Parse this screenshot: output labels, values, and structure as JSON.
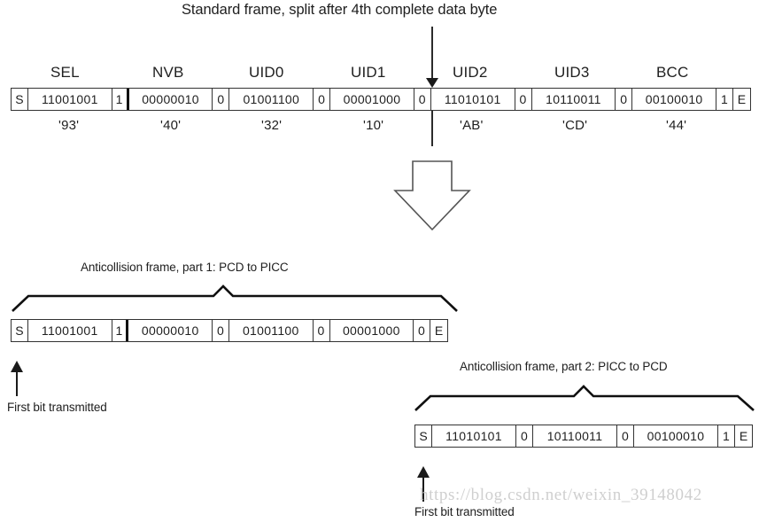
{
  "title": "Standard frame, split after 4th complete data byte",
  "standard_frame": {
    "field_labels": [
      "SEL",
      "NVB",
      "UID0",
      "UID1",
      "UID2",
      "UID3",
      "BCC"
    ],
    "hex_labels": [
      "'93'",
      "'40'",
      "'32'",
      "'10'",
      "'AB'",
      "'CD'",
      "'44'"
    ],
    "start_marker": "S",
    "end_marker": "E",
    "cells": [
      {
        "kind": "start",
        "text": "S"
      },
      {
        "kind": "byte",
        "text": "11001001"
      },
      {
        "kind": "parity",
        "text": "1"
      },
      {
        "kind": "byte",
        "text": "00000010"
      },
      {
        "kind": "parity",
        "text": "0"
      },
      {
        "kind": "byte",
        "text": "01001100"
      },
      {
        "kind": "parity",
        "text": "0"
      },
      {
        "kind": "byte",
        "text": "00001000"
      },
      {
        "kind": "parity",
        "text": "0"
      },
      {
        "kind": "byte",
        "text": "11010101"
      },
      {
        "kind": "parity",
        "text": "0"
      },
      {
        "kind": "byte",
        "text": "10110011"
      },
      {
        "kind": "parity",
        "text": "0"
      },
      {
        "kind": "byte",
        "text": "00100010"
      },
      {
        "kind": "parity",
        "text": "1"
      },
      {
        "kind": "end",
        "text": "E"
      }
    ]
  },
  "part1": {
    "label": "Anticollision frame, part 1: PCD to PICC",
    "cells": [
      {
        "kind": "start",
        "text": "S"
      },
      {
        "kind": "byte",
        "text": "11001001"
      },
      {
        "kind": "parity",
        "text": "1"
      },
      {
        "kind": "byte",
        "text": "00000010"
      },
      {
        "kind": "parity",
        "text": "0"
      },
      {
        "kind": "byte",
        "text": "01001100"
      },
      {
        "kind": "parity",
        "text": "0"
      },
      {
        "kind": "byte",
        "text": "00001000"
      },
      {
        "kind": "parity",
        "text": "0"
      },
      {
        "kind": "end",
        "text": "E"
      }
    ],
    "first_bit_label": "First bit transmitted"
  },
  "part2": {
    "label": "Anticollision frame, part 2: PICC to PCD",
    "cells": [
      {
        "kind": "start",
        "text": "S"
      },
      {
        "kind": "byte",
        "text": "11010101"
      },
      {
        "kind": "parity",
        "text": "0"
      },
      {
        "kind": "byte",
        "text": "10110011"
      },
      {
        "kind": "parity",
        "text": "0"
      },
      {
        "kind": "byte",
        "text": "00100010"
      },
      {
        "kind": "parity",
        "text": "1"
      },
      {
        "kind": "end",
        "text": "E"
      }
    ],
    "first_bit_label": "First bit transmitted"
  },
  "watermark": "https://blog.csdn.net/weixin_39148042",
  "colors": {
    "ink": "#1a1a1a",
    "rule": "#333333",
    "watermark": "#cfcfcf",
    "background": "#ffffff"
  }
}
